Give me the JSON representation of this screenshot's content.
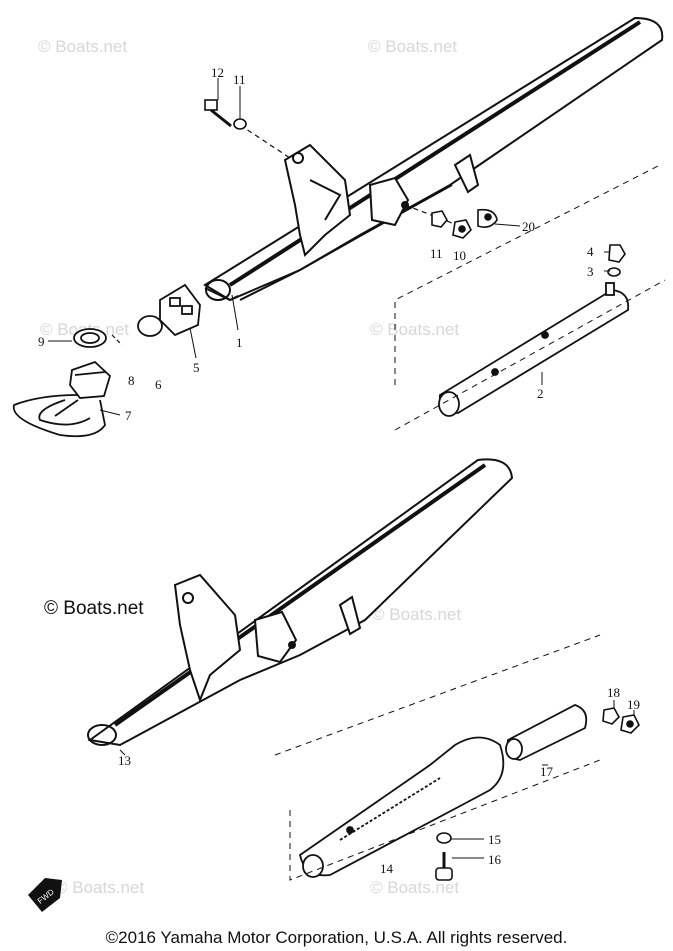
{
  "watermarks": [
    "© Boats.net",
    "© Boats.net",
    "© Boats.net",
    "© Boats.net",
    "© Boats.net",
    "© Boats.net",
    "© Boats.net",
    "© Boats.net"
  ],
  "callouts": [
    "1",
    "2",
    "3",
    "4",
    "5",
    "6",
    "7",
    "8",
    "9",
    "10",
    "11",
    "12",
    "13",
    "14",
    "15",
    "16",
    "17",
    "18",
    "19",
    "20",
    "11"
  ],
  "front_badge": "FWD",
  "copyright": "©2016 Yamaha Motor Corporation, U.S.A. All rights reserved."
}
